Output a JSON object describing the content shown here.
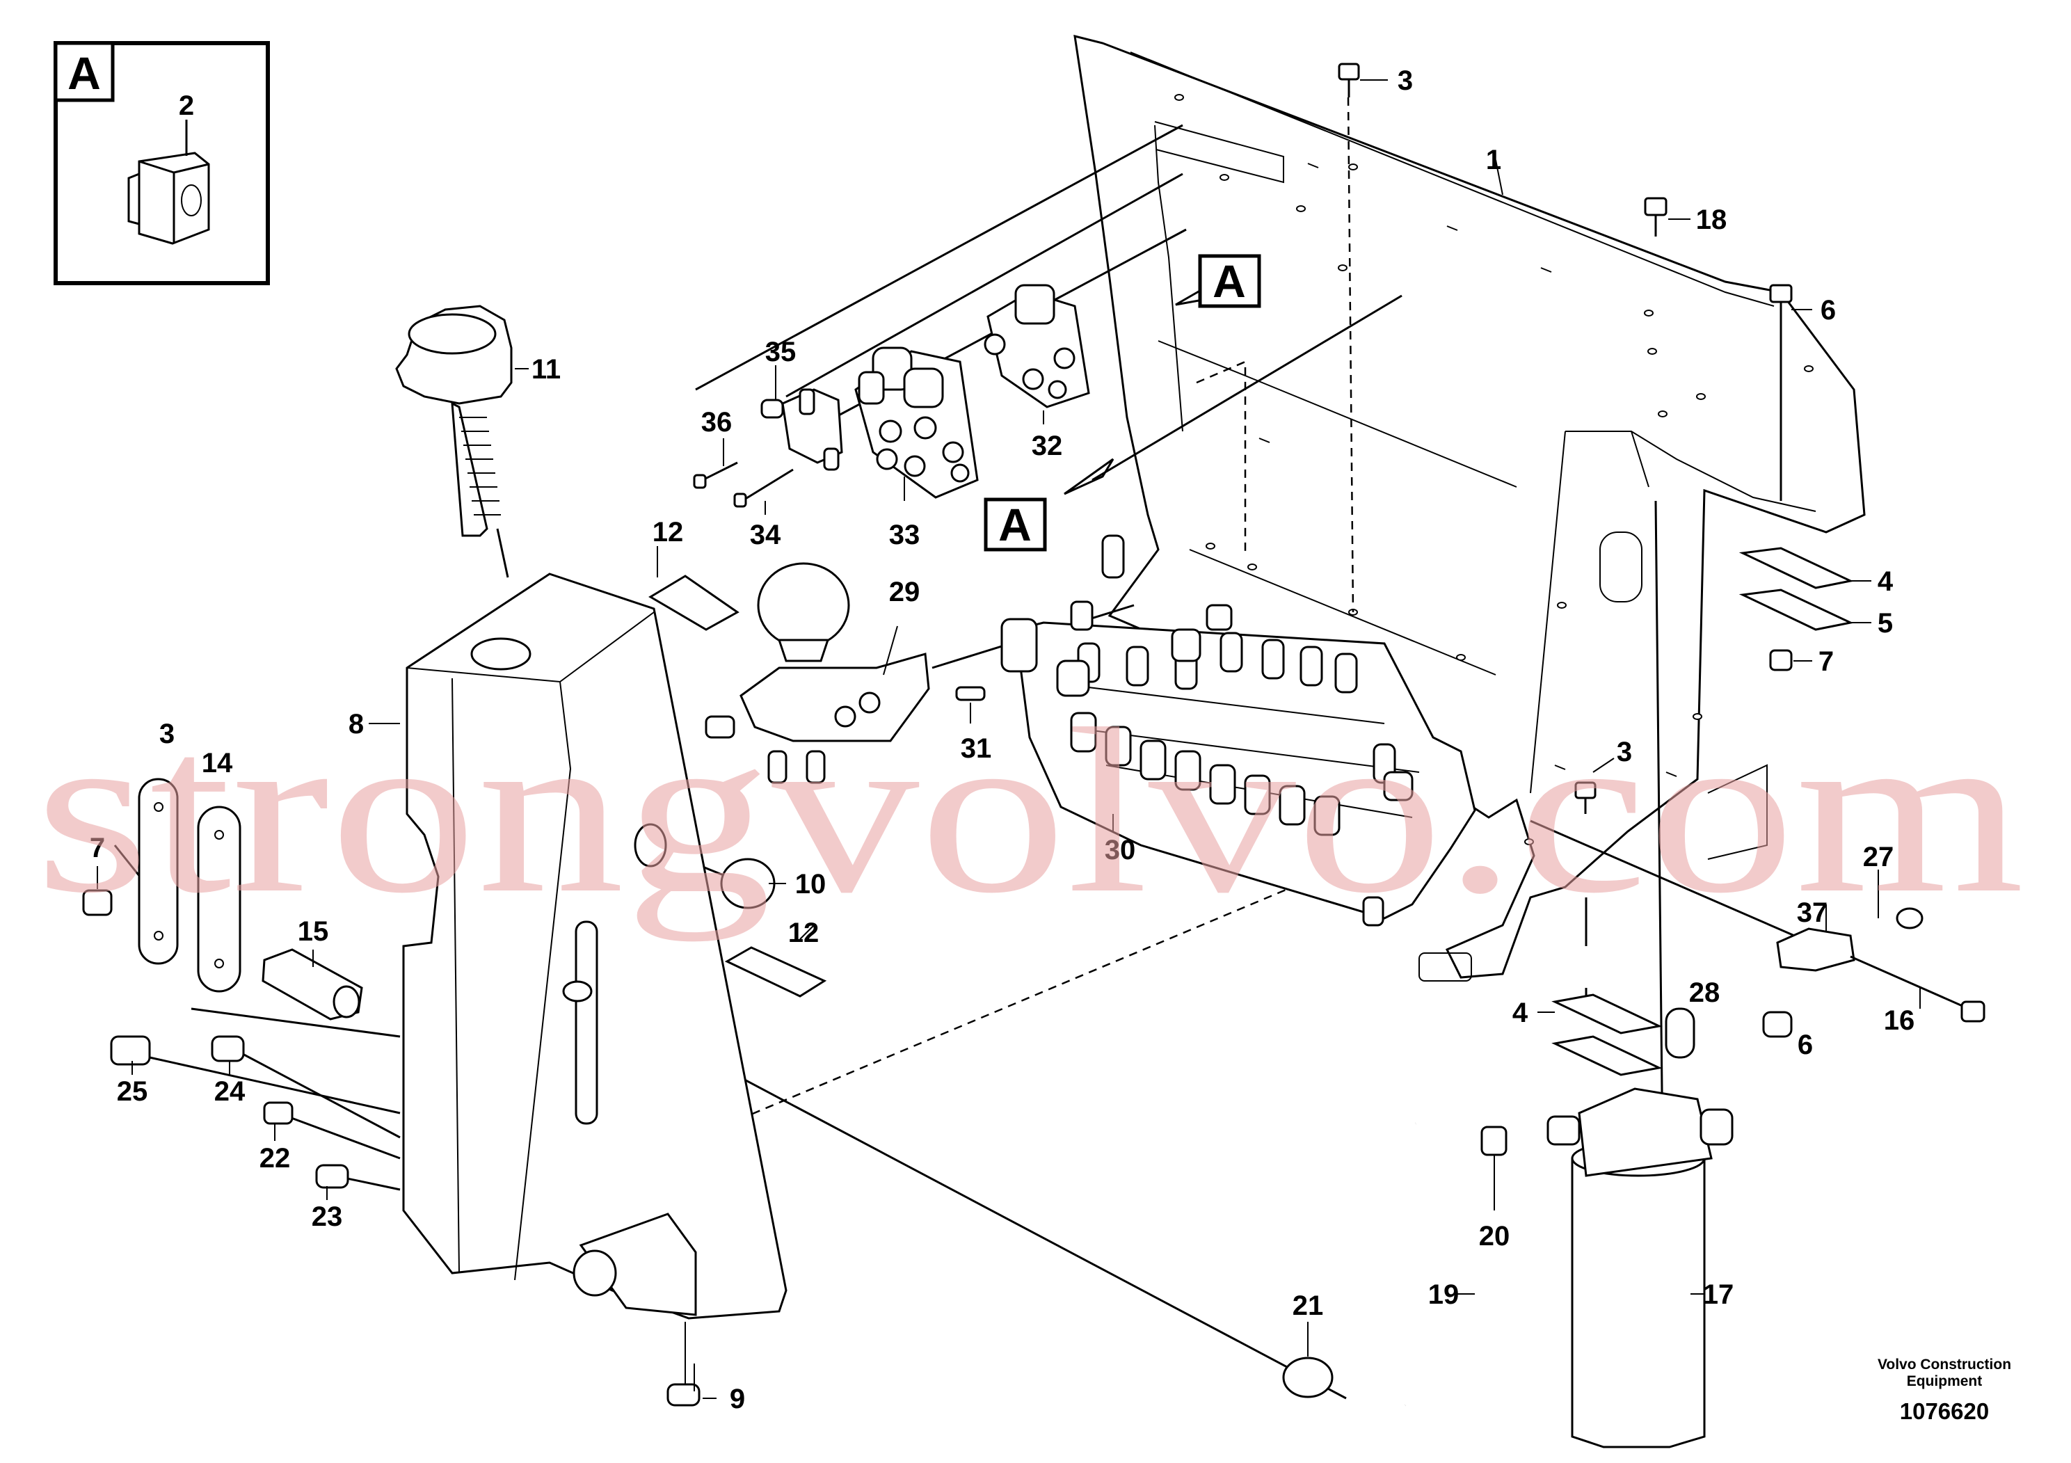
{
  "diagram": {
    "inset_letter": "A",
    "reference_letter": "A",
    "callouts": {
      "c1": "1",
      "c2": "2",
      "c3a": "3",
      "c3b": "3",
      "c3c": "3",
      "c4a": "4",
      "c4b": "4",
      "c5": "5",
      "c6a": "6",
      "c6b": "6",
      "c7a": "7",
      "c7b": "7",
      "c8": "8",
      "c9": "9",
      "c10": "10",
      "c11": "11",
      "c12a": "12",
      "c12b": "12",
      "c14": "14",
      "c15": "15",
      "c16": "16",
      "c17": "17",
      "c18": "18",
      "c19": "19",
      "c20": "20",
      "c21": "21",
      "c22": "22",
      "c23": "23",
      "c24": "24",
      "c25": "25",
      "c27": "27",
      "c28": "28",
      "c29": "29",
      "c30": "30",
      "c31": "31",
      "c32": "32",
      "c33": "33",
      "c34": "34",
      "c35": "35",
      "c36": "36",
      "c37": "37"
    },
    "credit_line1": "Volvo Construction",
    "credit_line2": "Equipment",
    "drawing_number": "1076620"
  },
  "watermark": "strongvolvo.com"
}
